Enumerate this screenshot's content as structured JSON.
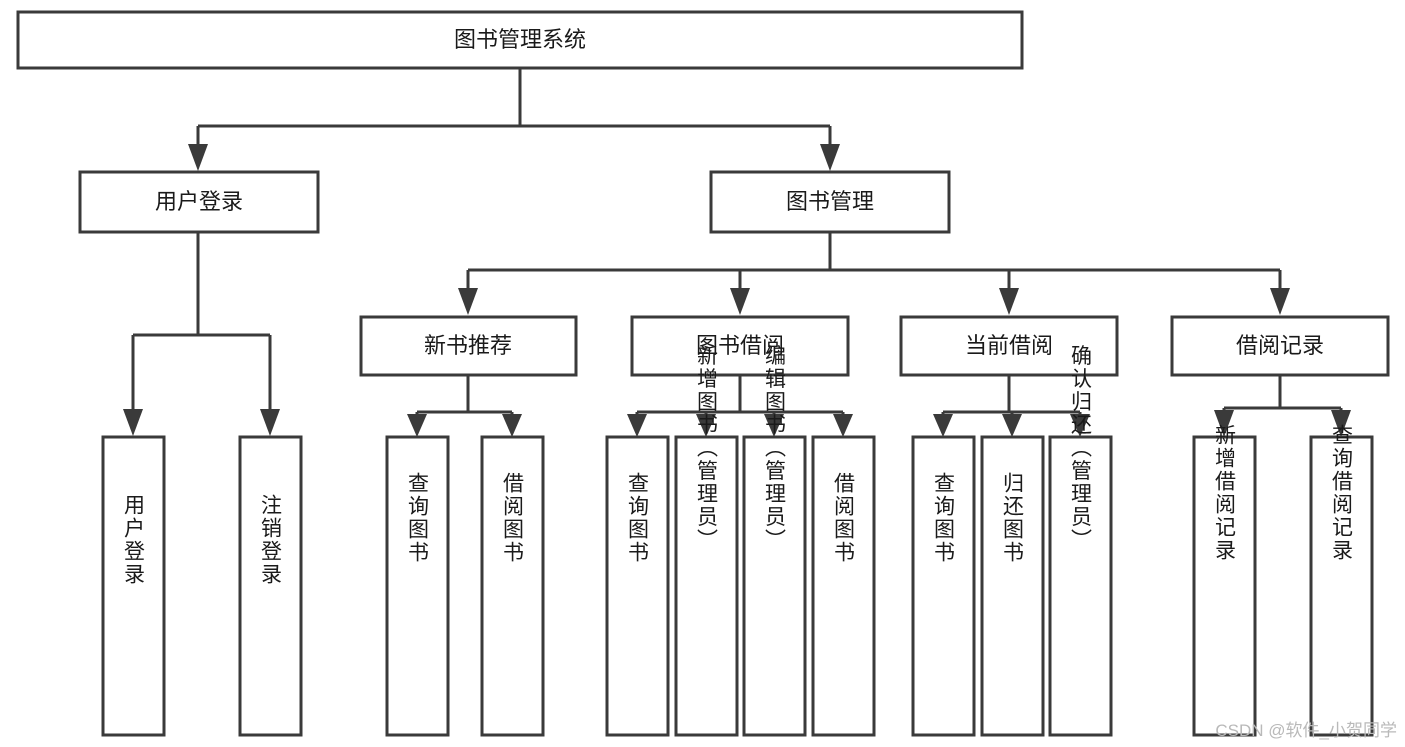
{
  "diagram": {
    "type": "tree-hierarchy",
    "title": "图书管理系统",
    "root": {
      "label": "图书管理系统"
    },
    "level2": [
      {
        "id": "user-login",
        "label": "用户登录"
      },
      {
        "id": "book-management",
        "label": "图书管理"
      }
    ],
    "level3": [
      {
        "id": "new-book-recommend",
        "label": "新书推荐",
        "parent": "book-management"
      },
      {
        "id": "book-borrow",
        "label": "图书借阅",
        "parent": "book-management"
      },
      {
        "id": "current-borrow",
        "label": "当前借阅",
        "parent": "book-management"
      },
      {
        "id": "borrow-record",
        "label": "借阅记录",
        "parent": "book-management"
      }
    ],
    "leaves": {
      "user-login": [
        {
          "id": "leaf-user-login",
          "label": "用户登录"
        },
        {
          "id": "leaf-logout",
          "label": "注销登录"
        }
      ],
      "new-book-recommend": [
        {
          "id": "leaf-query-book-1",
          "label": "查询图书"
        },
        {
          "id": "leaf-borrow-book-1",
          "label": "借阅图书"
        }
      ],
      "book-borrow": [
        {
          "id": "leaf-query-book-2",
          "label": "查询图书"
        },
        {
          "id": "leaf-add-book",
          "label": "新增图书（管理员）"
        },
        {
          "id": "leaf-edit-book",
          "label": "编辑图书（管理员）"
        },
        {
          "id": "leaf-borrow-book-2",
          "label": "借阅图书"
        }
      ],
      "current-borrow": [
        {
          "id": "leaf-query-book-3",
          "label": "查询图书"
        },
        {
          "id": "leaf-return-book",
          "label": "归还图书"
        },
        {
          "id": "leaf-confirm-return",
          "label": "确认归还（管理员）"
        }
      ],
      "borrow-record": [
        {
          "id": "leaf-add-record",
          "label": "新增借阅记录"
        },
        {
          "id": "leaf-query-record",
          "label": "查询借阅记录"
        }
      ]
    },
    "colors": {
      "stroke": "#3a3a3a",
      "fill": "#ffffff",
      "text": "#1a1a1a",
      "watermark": "#b9b9b9"
    }
  },
  "watermark": {
    "text": "CSDN @软件_小贺同学"
  }
}
